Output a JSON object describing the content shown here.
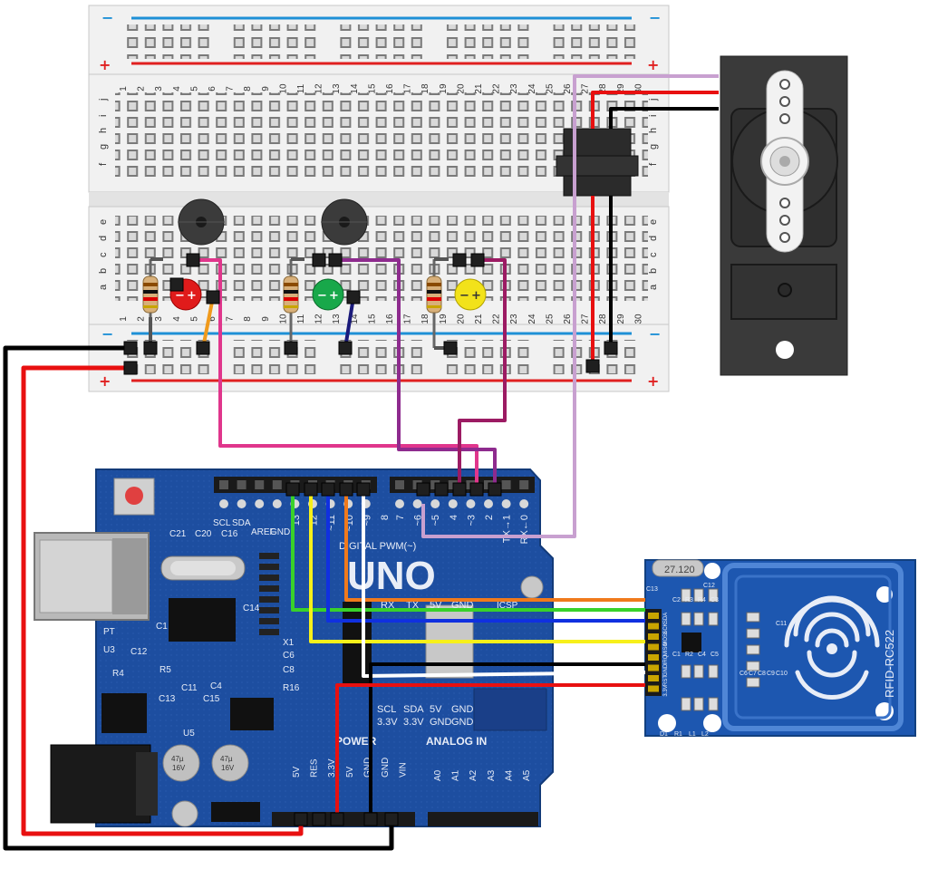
{
  "breadboard": {
    "rail_minus": "−",
    "rail_plus": "+",
    "row_letters_top": [
      "j",
      "i",
      "h",
      "g",
      "f"
    ],
    "row_letters_bottom": [
      "e",
      "d",
      "c",
      "b",
      "a"
    ],
    "column_count": 30
  },
  "leds": [
    {
      "name": "red-led",
      "sign": "−",
      "plus": "+",
      "color": "#e01b1b"
    },
    {
      "name": "green-led",
      "sign": "−",
      "plus": "+",
      "color": "#18a84a"
    },
    {
      "name": "yellow-led",
      "sign": "−",
      "plus": "+",
      "color": "#f2e21a"
    }
  ],
  "arduino": {
    "model": "UNO",
    "digital_label": "DIGITAL PWM(~)",
    "digital_pins": [
      "13",
      "12",
      "~11",
      "~10",
      "~9",
      "8",
      "7",
      "~6",
      "~5",
      "4",
      "~3",
      "2",
      "TX→1",
      "RX←0"
    ],
    "top_left_pins": [
      "SCL",
      "SDA",
      "AREF",
      "GND"
    ],
    "power_title": "POWER",
    "power_pins": [
      "5V",
      "RES",
      "3.3V",
      "5V",
      "GND",
      "GND",
      "VIN"
    ],
    "analog_title": "ANALOG IN",
    "analog_pins": [
      "A0",
      "A1",
      "A2",
      "A3",
      "A4",
      "A5"
    ],
    "header_labels_row1": [
      "RX",
      "TX",
      "5V",
      "GND"
    ],
    "header_labels_row2": [
      "SCL",
      "SDA",
      "5V",
      "GND"
    ],
    "header_labels_row3": [
      "3.3V",
      "3.3V",
      "GND",
      "GND"
    ],
    "icsp": "ICSP",
    "silk": [
      "C21",
      "C20",
      "C16",
      "C14",
      "C1",
      "C12",
      "C13",
      "C11",
      "C15",
      "C4",
      "C6",
      "C8",
      "X1",
      "R16",
      "R5",
      "R4",
      "U5",
      "PT",
      "U3"
    ],
    "capacitor_text": [
      "47µ",
      "16V"
    ]
  },
  "rfid": {
    "name": "RFID-RC522",
    "crystal": "27.120",
    "pin_labels": [
      "SDA",
      "SCK",
      "MOSI",
      "MISO",
      "IRQ",
      "GND",
      "RST",
      "3.3V"
    ],
    "silk": [
      "C13",
      "C12",
      "C2",
      "R3",
      "R4",
      "C3",
      "C1",
      "R2",
      "C4",
      "C5",
      "C11",
      "C10",
      "C9",
      "C8",
      "C7",
      "C6",
      "D1",
      "R1",
      "L1",
      "L2"
    ]
  },
  "colors": {
    "board_blue": "#1d4ea0",
    "breadboard": "#f1f1f1",
    "rail_blue": "#1e90d6",
    "rail_red": "#e02020",
    "wire_pink": "#e0368c",
    "wire_purple": "#8e2b8e",
    "wire_maroon": "#9c1b63",
    "wire_lilac": "#c8a0d0",
    "wire_orange": "#f07a1c",
    "wire_green": "#39d12a",
    "wire_blue": "#1030e0",
    "wire_yellow": "#f7f01a",
    "wire_red": "#e81010",
    "wire_black": "#000000"
  }
}
